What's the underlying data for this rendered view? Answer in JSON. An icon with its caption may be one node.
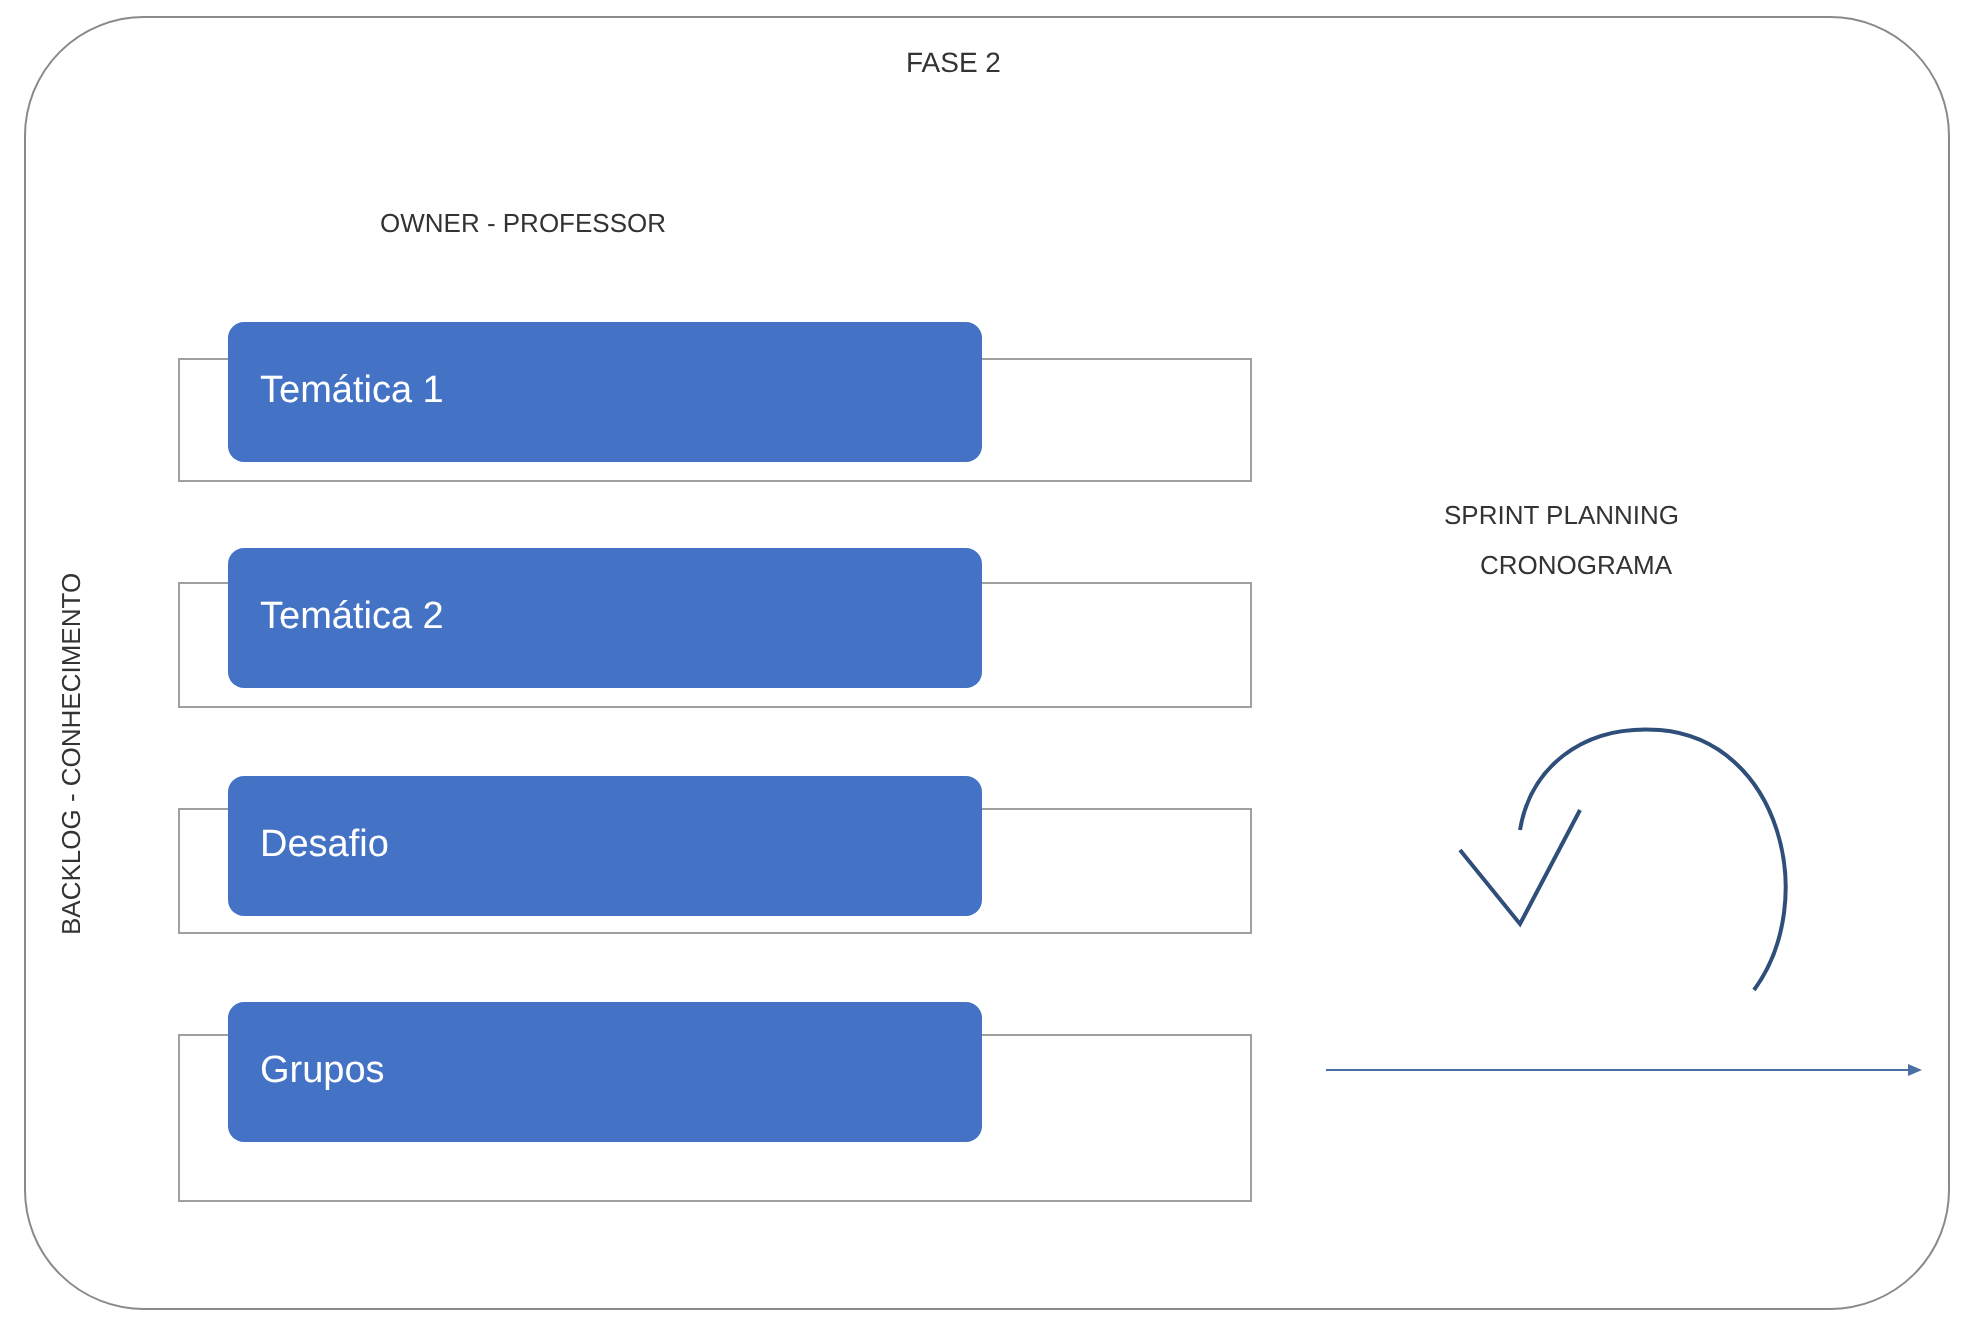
{
  "diagram": {
    "nodes": [
      {
        "text": [
          "FASE 2"
        ]
      },
      {
        "text": [
          "Temática 1"
        ],
        "in": 0
      },
      {
        "text": [],
        "shape": "box",
        "in": 0
      },
      {
        "text": [
          "Temática 2"
        ],
        "in": 0
      },
      {
        "text": [],
        "shape": "box",
        "in": 0
      },
      {
        "text": [
          "Desafio"
        ],
        "in": 0
      },
      {
        "text": [],
        "shape": "box",
        "in": 0
      },
      {
        "text": [
          "Grupos"
        ],
        "in": 0
      },
      {
        "text": [],
        "shape": "box",
        "in": 0
      }
    ],
    "labels": [
      "OWNER - PROFESSOR",
      "BACKLOG - CONHECIMENTO",
      "SPRINT PLANNING",
      "CRONOGRAMA"
    ]
  }
}
